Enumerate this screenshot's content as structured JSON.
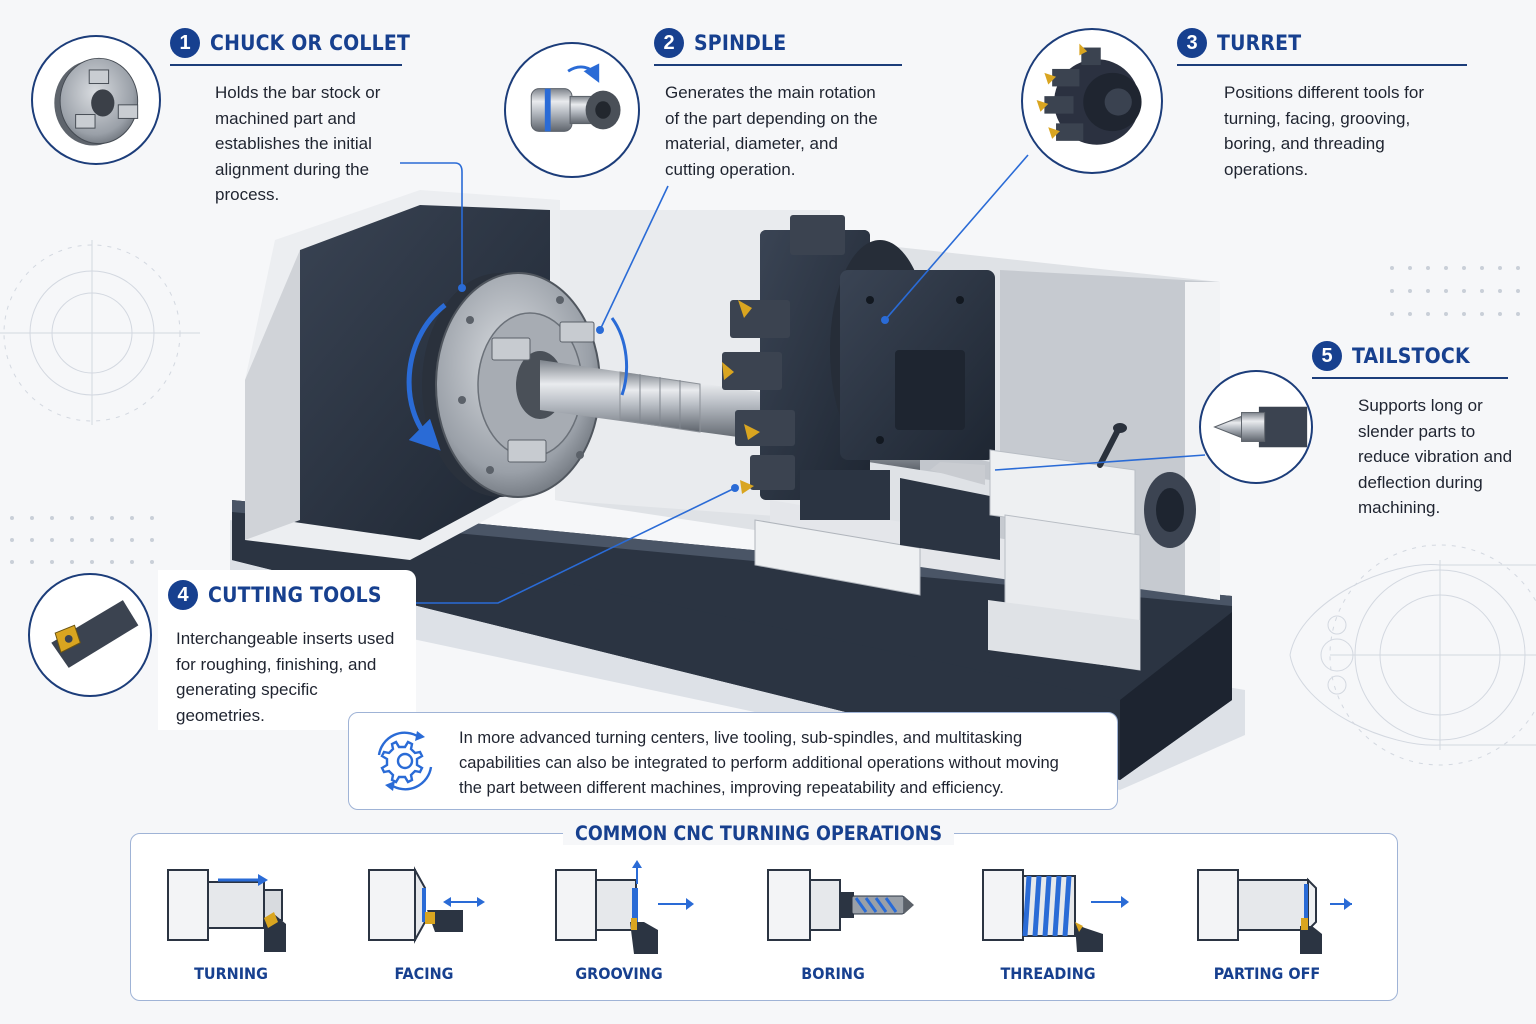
{
  "components": [
    {
      "number": "1",
      "title": "CHUCK OR COLLET",
      "lines": [
        "Holds the bar stock or",
        "machined part and",
        "establishes the initial",
        "alignment during the",
        "process."
      ],
      "icon": "chuck-icon"
    },
    {
      "number": "2",
      "title": "SPINDLE",
      "lines": [
        "Generates the main rotation",
        "of the part depending on the",
        "material, diameter, and",
        "cutting operation."
      ],
      "icon": "spindle-icon"
    },
    {
      "number": "3",
      "title": "TURRET",
      "lines": [
        "Positions different tools for",
        "turning, facing, grooving,",
        "boring, and threading",
        "operations."
      ],
      "icon": "turret-icon"
    },
    {
      "number": "4",
      "title": "CUTTING TOOLS",
      "lines": [
        "Interchangeable inserts used",
        "for roughing, finishing, and",
        "generating specific",
        "geometries."
      ],
      "icon": "cutting-tool-icon"
    },
    {
      "number": "5",
      "title": "TAILSTOCK",
      "lines": [
        "Supports long or",
        "slender parts to",
        "reduce vibration and",
        "deflection during",
        "machining."
      ],
      "icon": "tailstock-icon"
    }
  ],
  "note": {
    "icon": "gear-cycle-icon",
    "lines": [
      "In more advanced turning centers, live tooling, sub-spindles, and multitasking",
      "capabilities can also be integrated to perform additional operations without moving",
      "the part between different machines, improving repeatability and efficiency."
    ]
  },
  "operations": {
    "title": "COMMON CNC TURNING OPERATIONS",
    "items": [
      {
        "label": "TURNING",
        "icon": "turning-icon"
      },
      {
        "label": "FACING",
        "icon": "facing-icon"
      },
      {
        "label": "GROOVING",
        "icon": "grooving-icon"
      },
      {
        "label": "BORING",
        "icon": "boring-icon"
      },
      {
        "label": "THREADING",
        "icon": "threading-icon"
      },
      {
        "label": "PARTING OFF",
        "icon": "parting-off-icon"
      }
    ]
  },
  "colors": {
    "accent": "#17408f",
    "line_blue": "#2a6bd6",
    "machine_dark": "#2b3442",
    "steel": "#b8bdc4",
    "insert_gold": "#d9a520"
  }
}
